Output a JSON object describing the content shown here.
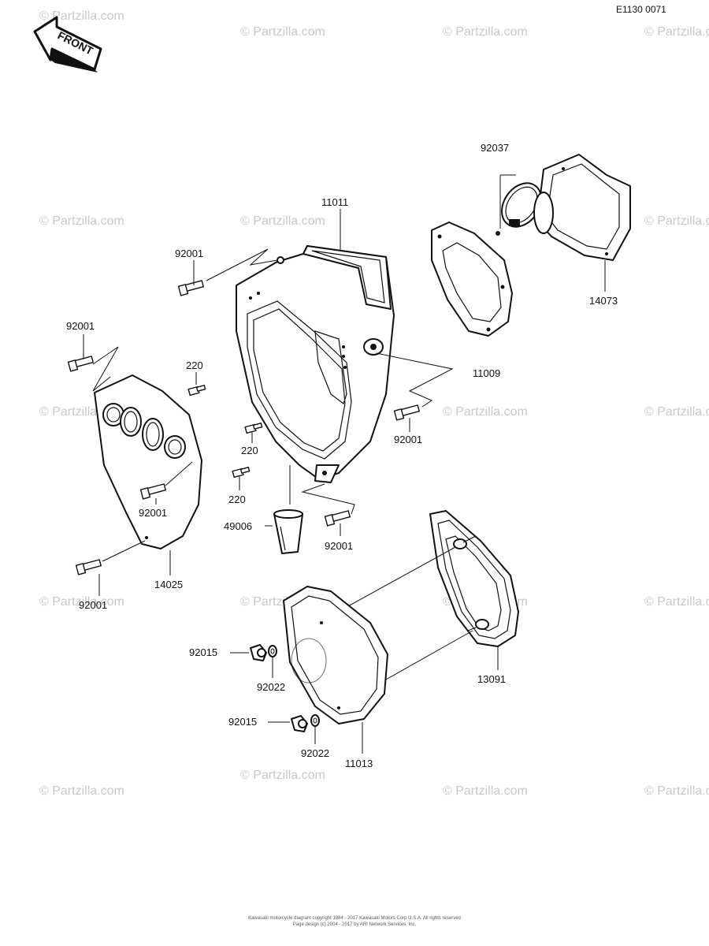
{
  "diagram_code": "E1130 0071",
  "front_label": "FRONT",
  "watermark_text": "© Partzilla.com",
  "callouts": {
    "p92037": "92037",
    "p11011": "11011",
    "p92001_top": "92001",
    "p14073": "14073",
    "p92001_left": "92001",
    "p220_a": "220",
    "p11009": "11009",
    "p92001_right": "92001",
    "p220_b": "220",
    "p220_c": "220",
    "p92001_cover": "92001",
    "p49006": "49006",
    "p92001_mid": "92001",
    "p14025": "14025",
    "p92001_bottom": "92001",
    "p92015_a": "92015",
    "p92022_a": "92022",
    "p13091": "13091",
    "p92015_b": "92015",
    "p92022_b": "92022",
    "p11013": "11013"
  },
  "footer": {
    "line1": "Kawasaki motorcycle diagram copyright 1984 - 2017 Kawasaki Motors Corp U.S.A. All rights reserved",
    "line2": "Page design (c) 2004 - 2017 by ARI Network Services, Inc."
  },
  "colors": {
    "line": "#111111",
    "watermark": "#c8c8c8",
    "background": "#ffffff"
  }
}
